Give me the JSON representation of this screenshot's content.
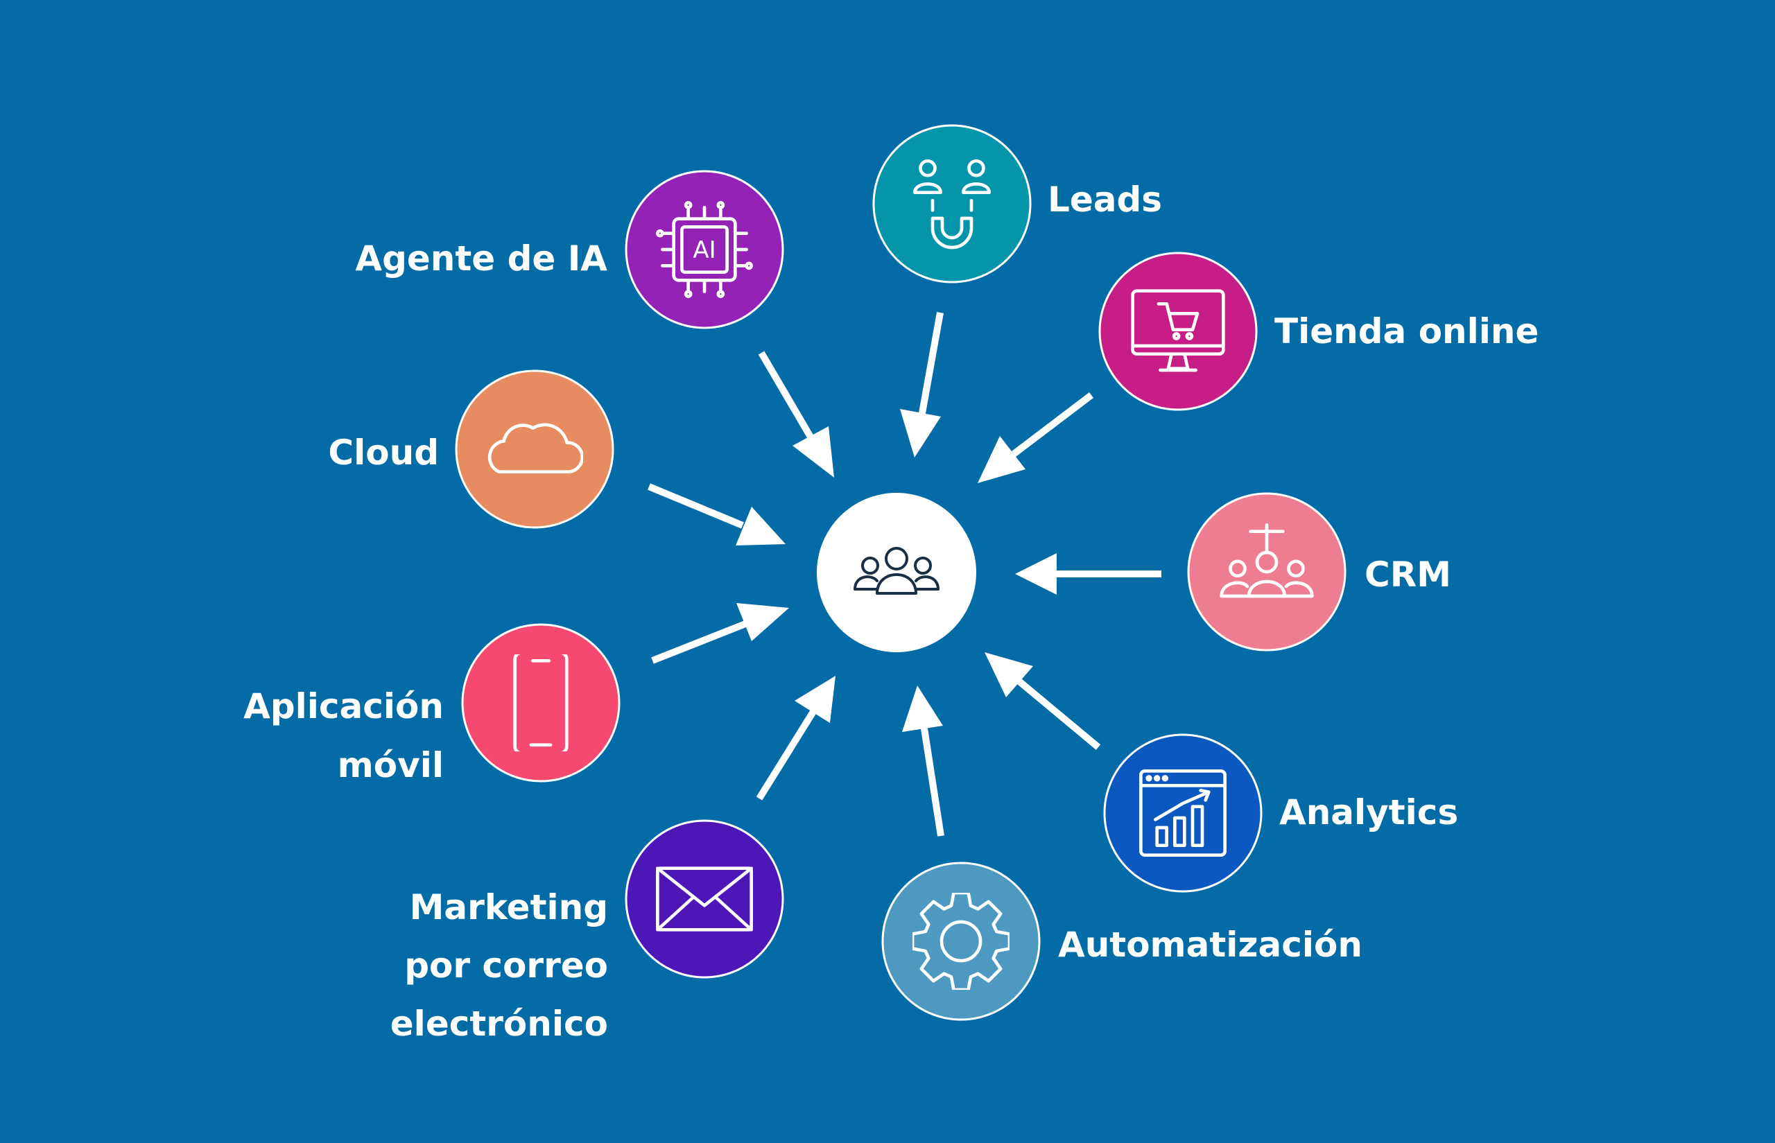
{
  "colors": {
    "background": "#036ca6",
    "center": "#ffffff",
    "center_icon": "#1a2e44",
    "arrow": "#ffffff"
  },
  "center": {
    "icon": "people-group-icon"
  },
  "nodes": [
    {
      "id": "agente-ia",
      "label_lines": [
        "Agente de IA"
      ],
      "icon": "ai-chip-icon",
      "color": "#9422b4"
    },
    {
      "id": "leads",
      "label_lines": [
        "Leads"
      ],
      "icon": "lead-magnet-icon",
      "color": "#0595ab"
    },
    {
      "id": "tienda-online",
      "label_lines": [
        "Tienda online"
      ],
      "icon": "shopping-cart-monitor-icon",
      "color": "#c61d86"
    },
    {
      "id": "cloud",
      "label_lines": [
        "Cloud"
      ],
      "icon": "cloud-icon",
      "color": "#e78b60"
    },
    {
      "id": "crm",
      "label_lines": [
        "CRM"
      ],
      "icon": "crm-people-icon",
      "color": "#ef7d91"
    },
    {
      "id": "aplicacion-movil",
      "label_lines": [
        "Aplicación",
        "móvil"
      ],
      "icon": "smartphone-icon",
      "color": "#f6496f"
    },
    {
      "id": "analytics",
      "label_lines": [
        "Analytics"
      ],
      "icon": "analytics-chart-icon",
      "color": "#0b59c0"
    },
    {
      "id": "marketing",
      "label_lines": [
        "Marketing",
        "por correo",
        "electrónico"
      ],
      "icon": "envelope-icon",
      "color": "#4d17b8"
    },
    {
      "id": "automatizacion",
      "label_lines": [
        "Automatización"
      ],
      "icon": "gear-icon",
      "color": "#4e99c0"
    }
  ]
}
